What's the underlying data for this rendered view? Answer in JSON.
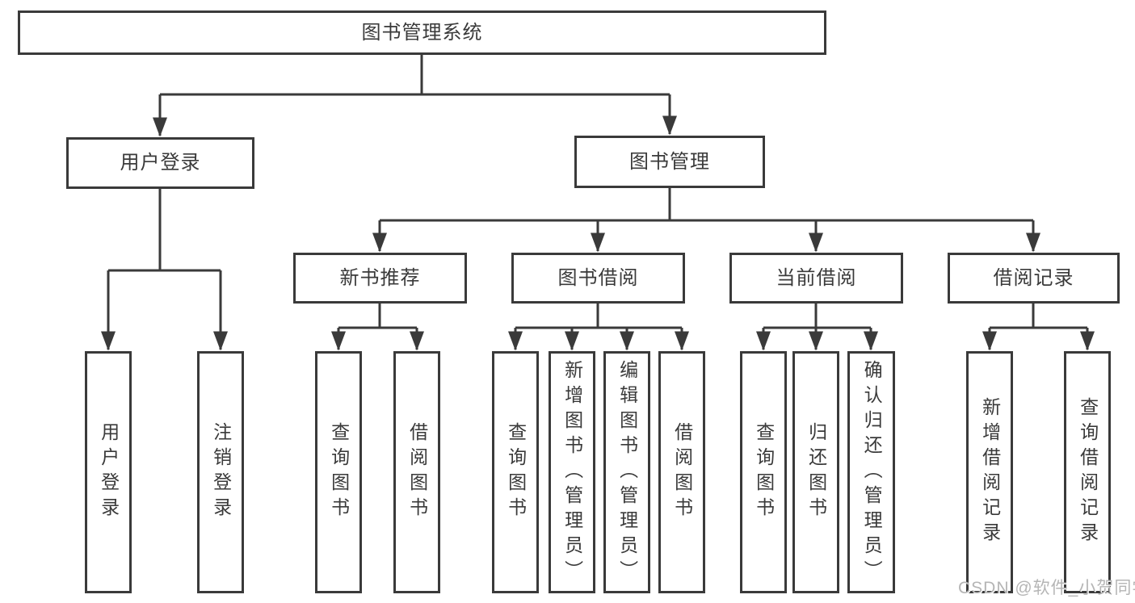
{
  "watermark": "CSDN @软件_小贺同学",
  "colors": {
    "line": "#3a3a3a",
    "box_border": "#3a3a3a",
    "text": "#3a3a3a",
    "background": "#ffffff",
    "watermark": "#b5b5b5"
  },
  "diagram": {
    "type": "hierarchy-tree",
    "root": {
      "label": "图书管理系统",
      "children": [
        {
          "label": "用户登录",
          "children": [
            {
              "label": "用户登录"
            },
            {
              "label": "注销登录"
            }
          ]
        },
        {
          "label": "图书管理",
          "children": [
            {
              "label": "新书推荐",
              "children": [
                {
                  "label": "查询图书"
                },
                {
                  "label": "借阅图书"
                }
              ]
            },
            {
              "label": "图书借阅",
              "children": [
                {
                  "label": "查询图书"
                },
                {
                  "label": "新增图书（管理员）"
                },
                {
                  "label": "编辑图书（管理员）"
                },
                {
                  "label": "借阅图书"
                }
              ]
            },
            {
              "label": "当前借阅",
              "children": [
                {
                  "label": "查询图书"
                },
                {
                  "label": "归还图书"
                },
                {
                  "label": "确认归还（管理员）"
                }
              ]
            },
            {
              "label": "借阅记录",
              "children": [
                {
                  "label": "新增借阅记录"
                },
                {
                  "label": "查询借阅记录"
                }
              ]
            }
          ]
        }
      ]
    }
  }
}
